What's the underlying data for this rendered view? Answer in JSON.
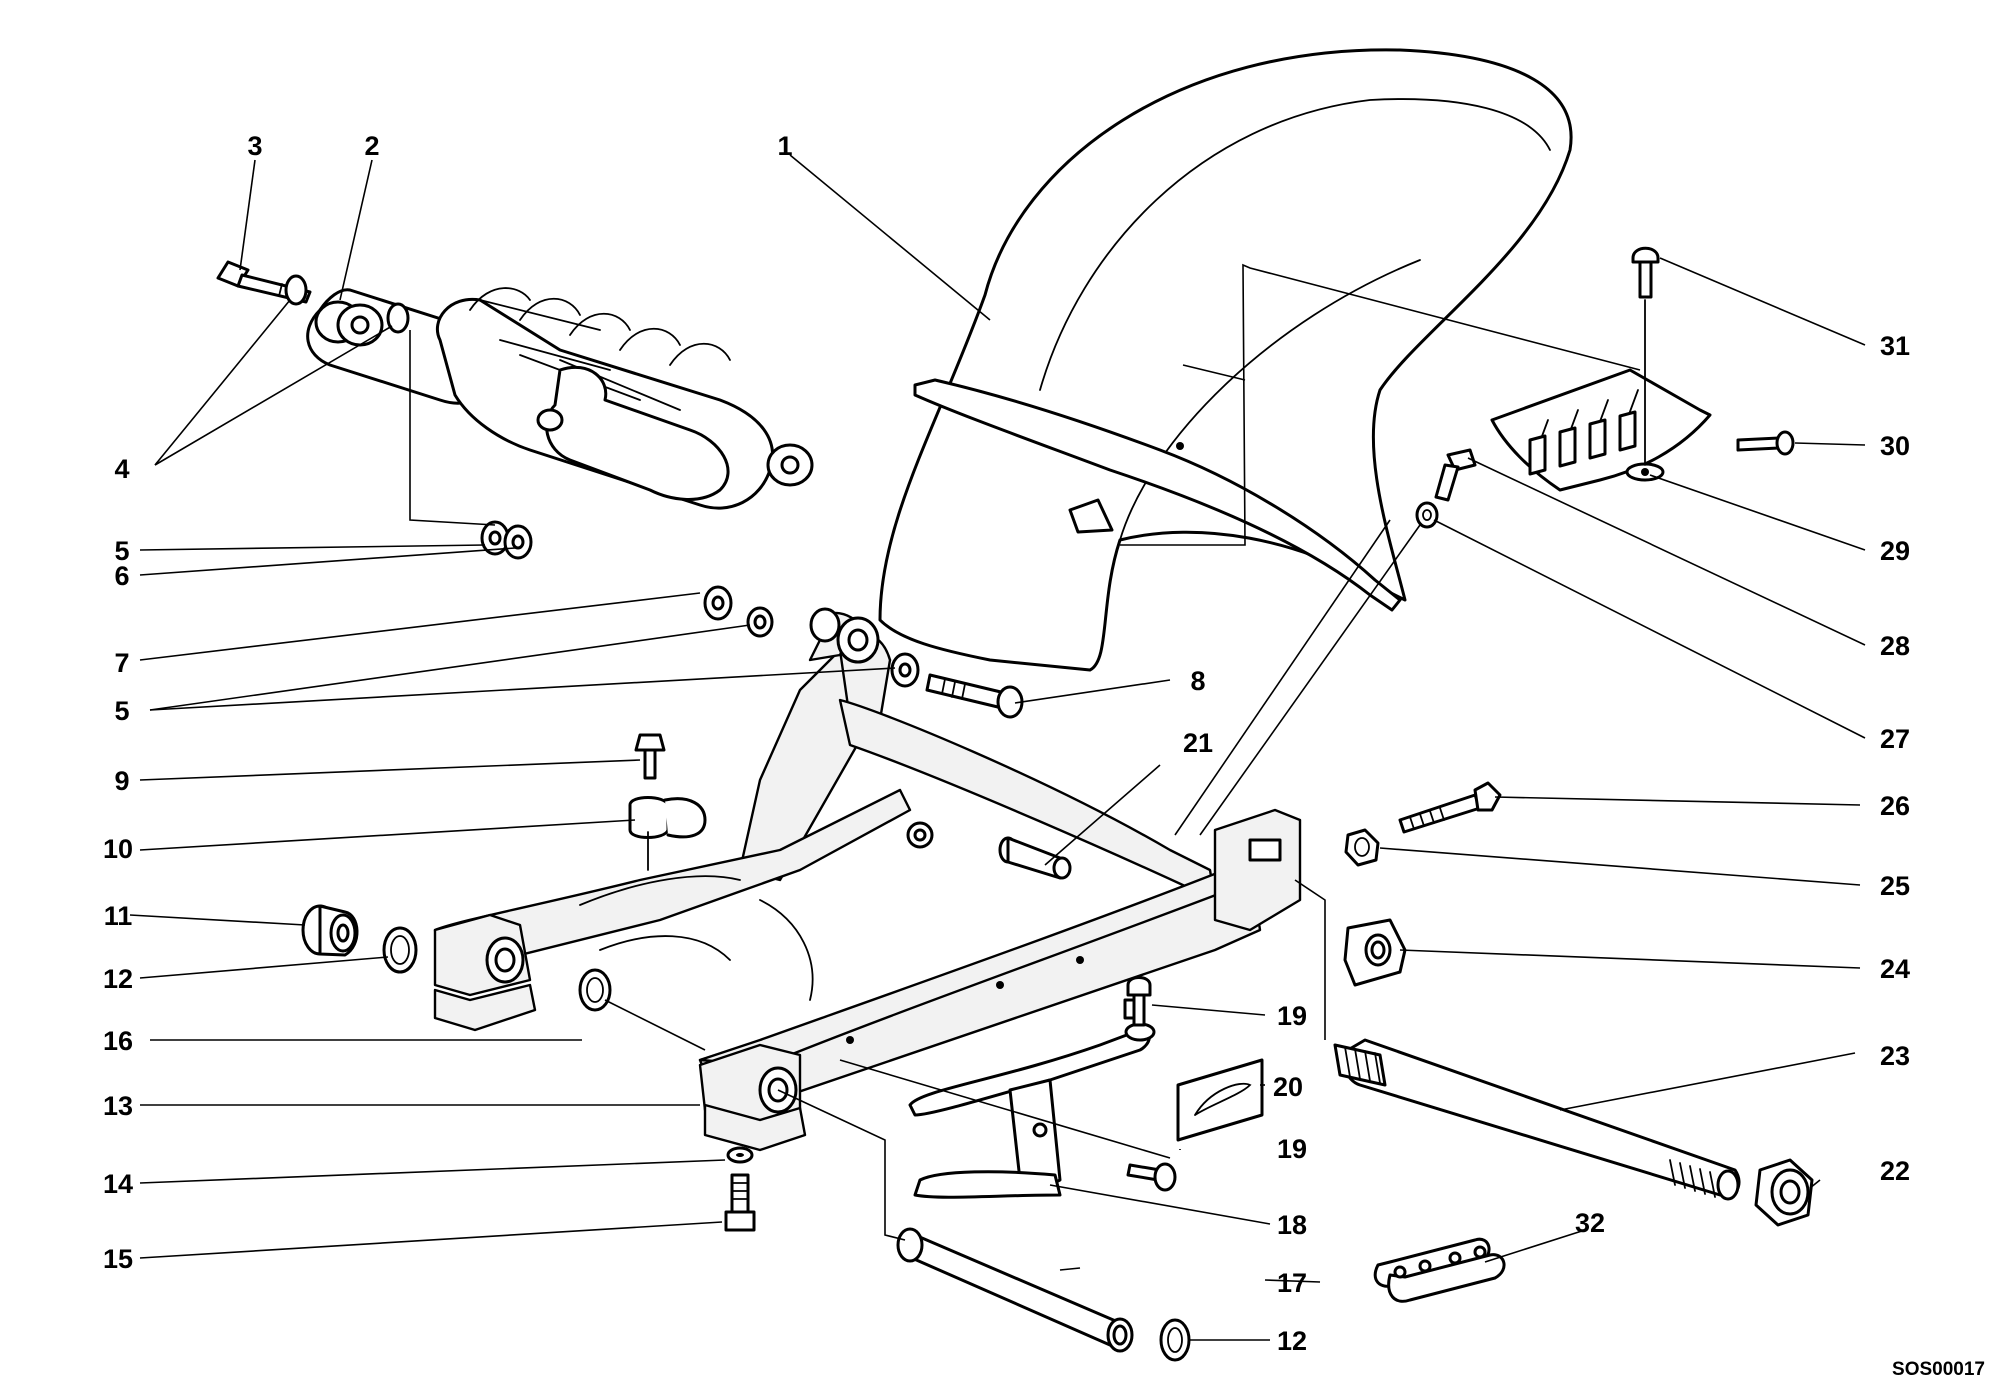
{
  "diagram": {
    "code": "SOS00017",
    "labels": {
      "l1": "1",
      "l2": "2",
      "l3": "3",
      "l4": "4",
      "l5a": "5",
      "l5b": "5",
      "l6": "6",
      "l7": "7",
      "l8": "8",
      "l9": "9",
      "l10": "10",
      "l11": "11",
      "l12a": "12",
      "l12b": "12",
      "l13": "13",
      "l14": "14",
      "l15": "15",
      "l16": "16",
      "l17": "17",
      "l18": "18",
      "l19a": "19",
      "l19b": "19",
      "l20": "20",
      "l21": "21",
      "l22": "22",
      "l23": "23",
      "l24": "24",
      "l25": "25",
      "l26": "26",
      "l27": "27",
      "l28": "28",
      "l29": "29",
      "l30": "30",
      "l31": "31",
      "l32": "32"
    }
  }
}
